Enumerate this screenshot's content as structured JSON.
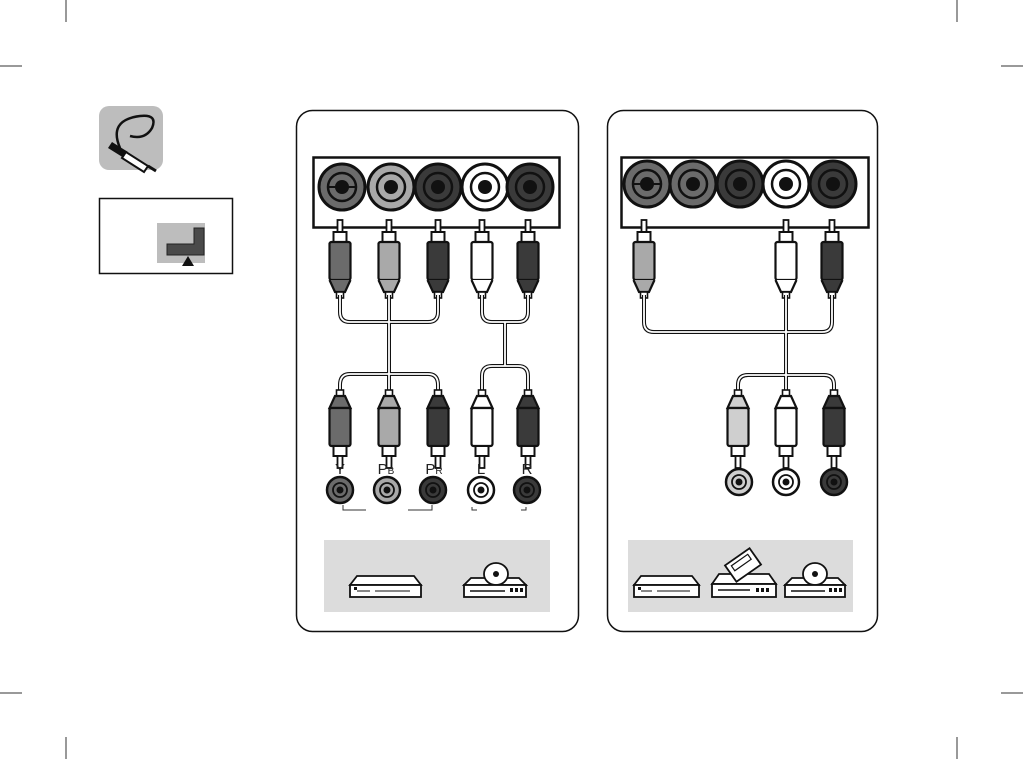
{
  "manual_page": {
    "icon": "cable-plug-icon",
    "tv_input_icon": "tv-input-port-icon",
    "tv_input_pointer": "up-arrow-icon"
  },
  "component_panel": {
    "tv_jack_colors": [
      "#6b6b6b",
      "#a9a9a9",
      "#3a3a3a",
      "#ffffff",
      "#3a3a3a"
    ],
    "device_jack_labels": {
      "y": "Y",
      "pb_main": "P",
      "pb_sub": "B",
      "pr_main": "P",
      "pr_sub": "R",
      "l": "L",
      "r": "R"
    },
    "devices": [
      "dvd-player-icon",
      "bluray-player-icon"
    ]
  },
  "composite_panel": {
    "tv_jack_colors": [
      "#6b6b6b",
      "#6b6b6b",
      "#3a3a3a",
      "#ffffff",
      "#3a3a3a"
    ],
    "device_jack_colors": [
      "#cfcfcf",
      "#ffffff",
      "#3a3a3a"
    ],
    "devices": [
      "dvd-player-icon",
      "vcr-icon",
      "bluray-player-icon"
    ]
  }
}
